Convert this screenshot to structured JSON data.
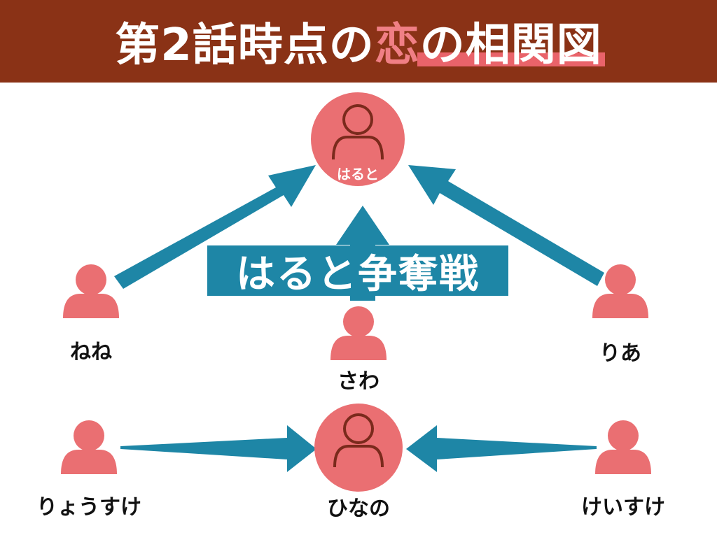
{
  "title": {
    "part1": "第2話時点の",
    "highlight": "恋",
    "part2": "の",
    "part3": "相関図"
  },
  "banner": {
    "text": "はると争奪戦"
  },
  "nodes": {
    "haruto": {
      "label": "はると"
    },
    "nene": {
      "label": "ねね"
    },
    "sawa": {
      "label": "さわ"
    },
    "ria": {
      "label": "りあ"
    },
    "ryosuke": {
      "label": "りょうすけ"
    },
    "hinano": {
      "label": "ひなの"
    },
    "keisuke": {
      "label": "けいすけ"
    }
  },
  "colors": {
    "header": "#8a3216",
    "accent": "#e9636a",
    "arrow": "#1e86a6",
    "person": "#ea6f72"
  }
}
